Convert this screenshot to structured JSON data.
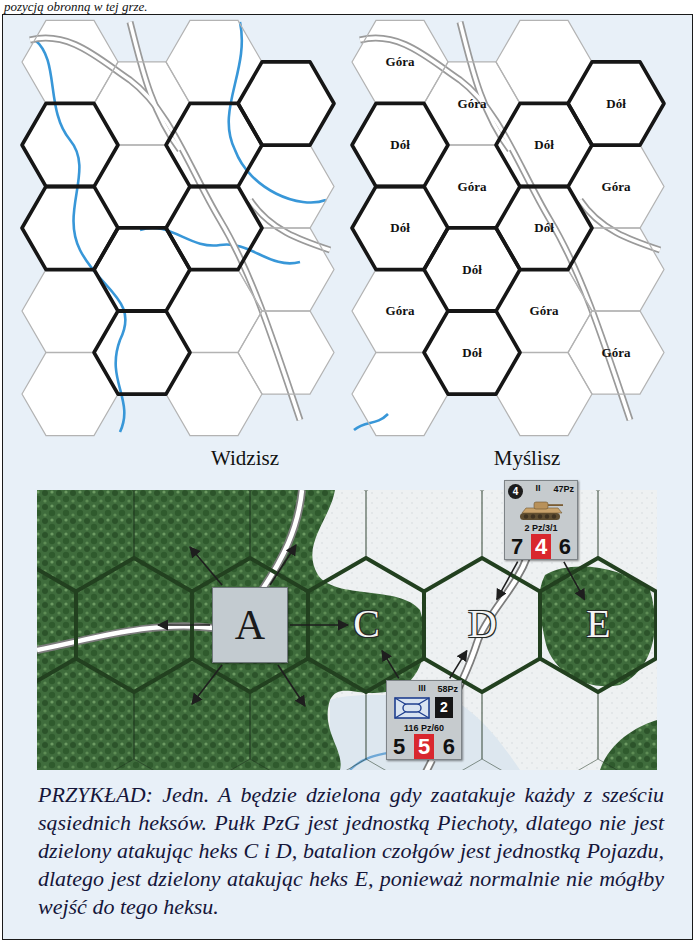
{
  "diagram": {
    "caption": "PRZYKŁAD: Jedn. A będzie dzielona gdy zaatakuje każdy z sześciu sąsiednich heksów. Pułk PzG jest jednostką Piechoty, dlatego nie jest dzielony atakując heks C i D, batalion czołgów jest jednostką Pojazdu, dlatego jest dzielony atakując heks E, ponieważ normalnie nie mógłby wejść do tego heksu.",
    "nodes": [
      {
        "text": [
          "4",
          "II",
          "47Pz",
          "2 Pz/3/1",
          "7",
          "4",
          "6"
        ]
      },
      {
        "text": [
          "A"
        ]
      },
      {
        "text": [
          "C"
        ]
      },
      {
        "text": [
          "D"
        ]
      },
      {
        "text": [
          "E"
        ]
      },
      {
        "text": [
          "III",
          "58Pz",
          "2",
          "116 Pz/60",
          "5",
          "5",
          "6"
        ]
      }
    ],
    "edges": [
      {
        "from": 1,
        "to": 2,
        "arrow": "to"
      },
      {
        "from": 0,
        "to": 3,
        "arrow": "to"
      },
      {
        "from": 0,
        "to": 4,
        "arrow": "to"
      },
      {
        "from": 5,
        "to": 2,
        "arrow": "to"
      },
      {
        "from": 5,
        "to": 3,
        "arrow": "to"
      }
    ],
    "labels": [
      "pozycją obronną w tej grze.",
      "Góra",
      "Góra",
      "Dół",
      "Dół",
      "Góra",
      "Dół",
      "Góra",
      "Dół",
      "Dół",
      "Dół",
      "Góra",
      "Dół",
      "Góra",
      "Góra",
      "Widzisz",
      "Myślisz"
    ]
  }
}
